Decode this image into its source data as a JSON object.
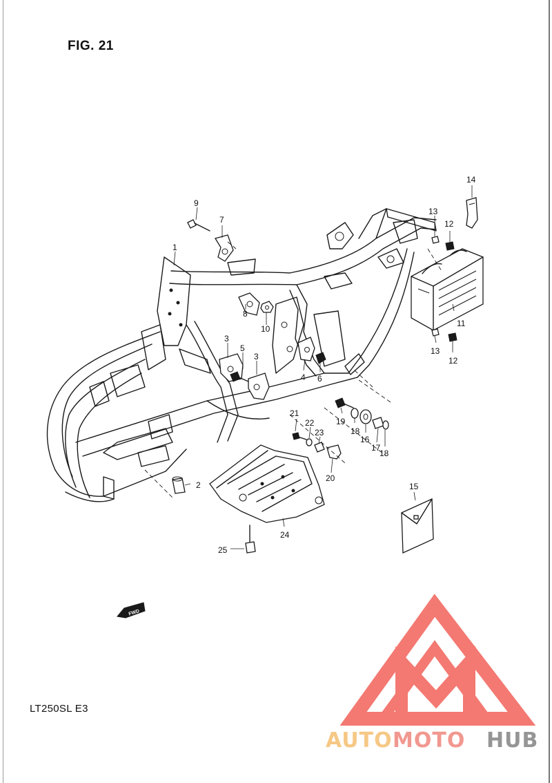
{
  "figure": {
    "title": "FIG. 21",
    "model_code": "LT250SL  E3",
    "fwd_label": "FWD"
  },
  "callouts": [
    "1",
    "2",
    "3",
    "3",
    "4",
    "5",
    "6",
    "7",
    "8",
    "9",
    "10",
    "11",
    "12",
    "12",
    "13",
    "13",
    "14",
    "15",
    "16",
    "17",
    "18",
    "18",
    "19",
    "20",
    "21",
    "22",
    "23",
    "24",
    "25"
  ],
  "watermark": {
    "text_part1": "AUTO",
    "text_part2": "MOTO",
    "text_part3": "HUB",
    "color_auto": "#f6c37a",
    "color_moto": "#f08d84",
    "color_hub": "#8a8a8a",
    "triangle_color": "#f26b63"
  }
}
